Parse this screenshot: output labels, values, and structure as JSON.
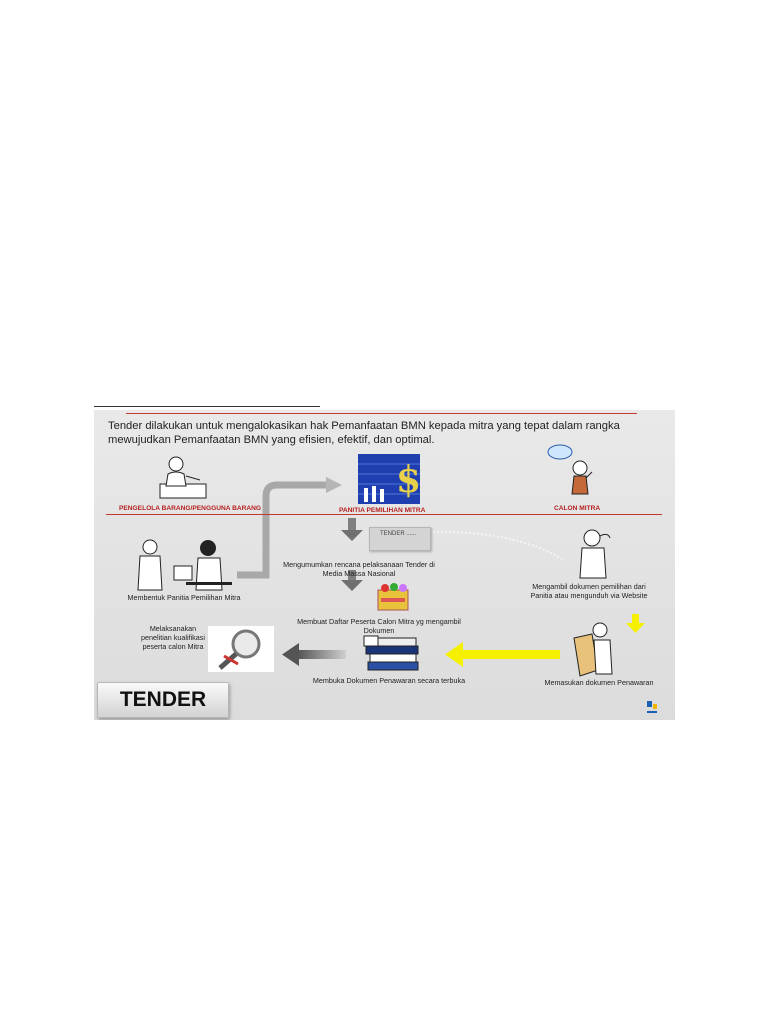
{
  "intro_text": "Tender dilakukan untuk mengalokasikan hak Pemanfaatan BMN kepada mitra yang tepat dalam rangka mewujudkan Pemanfaatan BMN yang efisien, efektif, dan optimal.",
  "roles": {
    "pengelola": "PENGELOLA BARANG/PENGGUNA BARANG",
    "panitia": "PANITIA PEMILIHAN MITRA",
    "calon_mitra": "CALON MITRA"
  },
  "notice_label": "TENDER ......",
  "steps": {
    "membentuk": "Membentuk Panitia Pemilihan Mitra",
    "mengumumkan": "Mengumumkan rencana pelaksanaan Tender di Media Massa Nasional",
    "mengambil": "Mengambil dokumen pemilihan dari Panitia atau mengunduh via Website",
    "daftar": "Membuat Daftar Peserta Calon Mitra yg mengambil Dokumen",
    "memasukan": "Memasukan dokumen Penawaran",
    "membuka": "Membuka Dokumen Penawaran secara terbuka",
    "penelitian": "Melaksanakan penelitian kualifikasi peserta calon Mitra"
  },
  "badge": "TENDER",
  "colors": {
    "role_red": "#b52020",
    "rule_red": "#c0392b",
    "arrow_yellow": "#f5f000",
    "arrow_grey": "#9a9a9a"
  },
  "icons": [
    "figure-at-desk-icon",
    "financial-chart-icon",
    "speech-bubble-figure-icon",
    "two-workers-icon",
    "notice-board-icon",
    "thinking-figure-icon",
    "people-group-icon",
    "book-stack-icon",
    "reading-figure-icon",
    "magnifier-icon",
    "logo-icon"
  ]
}
